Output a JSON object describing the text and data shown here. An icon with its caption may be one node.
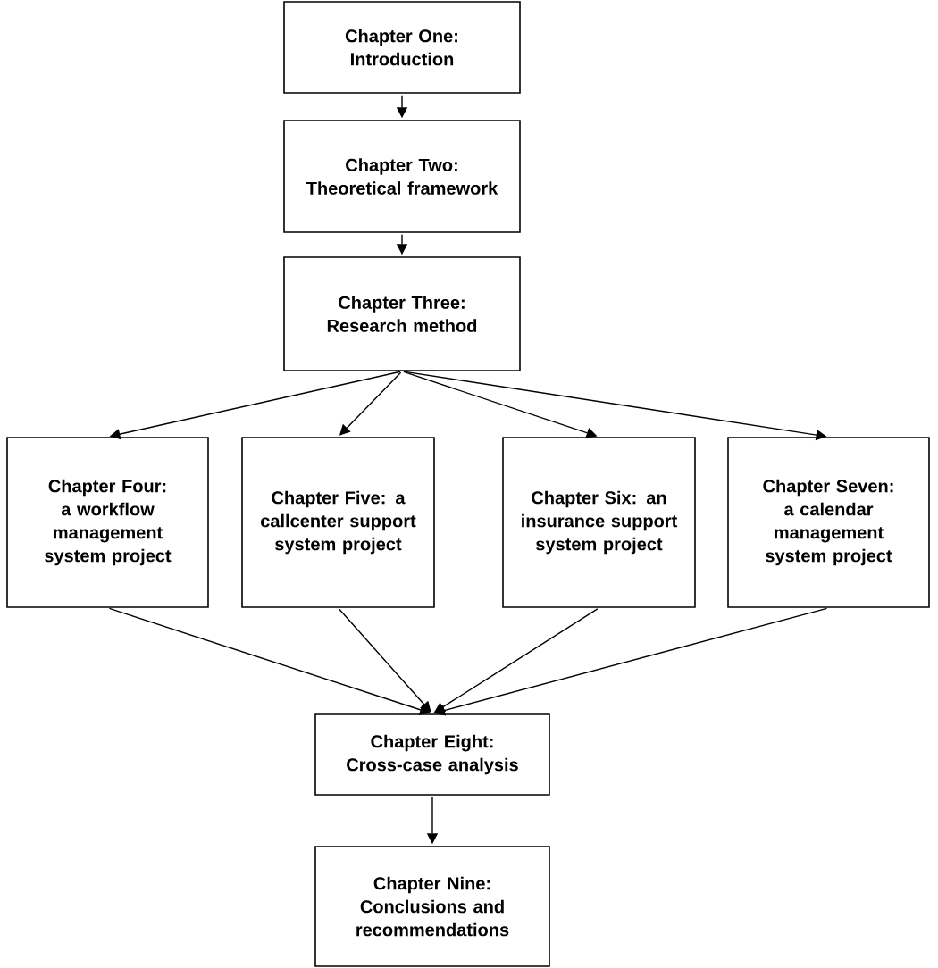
{
  "diagram": {
    "nodes": [
      {
        "text": [
          "Chapter One: Introduction"
        ]
      },
      {
        "text": [
          "Chapter Two: Theoretical framework"
        ]
      },
      {
        "text": [
          "Chapter Three: Research method"
        ]
      },
      {
        "text": [
          "Chapter Four: a workflow management system project"
        ]
      },
      {
        "text": [
          "Chapter Five: a callcenter support system project"
        ]
      },
      {
        "text": [
          "Chapter Six: an insurance support system project"
        ]
      },
      {
        "text": [
          "Chapter Seven: a calendar management system project"
        ]
      },
      {
        "text": [
          "Chapter Eight: Cross-case analysis"
        ]
      },
      {
        "text": [
          "Chapter Nine: Conclusions and recommendations"
        ]
      }
    ],
    "edges": [
      {
        "from": 0,
        "to": 1,
        "arrow": "to"
      },
      {
        "from": 1,
        "to": 2,
        "arrow": "to"
      },
      {
        "from": 2,
        "to": 3,
        "arrow": "to"
      },
      {
        "from": 2,
        "to": 4,
        "arrow": "to"
      },
      {
        "from": 2,
        "to": 5,
        "arrow": "to"
      },
      {
        "from": 2,
        "to": 6,
        "arrow": "to"
      },
      {
        "from": 3,
        "to": 7,
        "arrow": "to"
      },
      {
        "from": 4,
        "to": 7,
        "arrow": "to"
      },
      {
        "from": 5,
        "to": 7,
        "arrow": "to"
      },
      {
        "from": 6,
        "to": 7,
        "arrow": "to"
      },
      {
        "from": 7,
        "to": 8,
        "arrow": "to"
      }
    ]
  }
}
